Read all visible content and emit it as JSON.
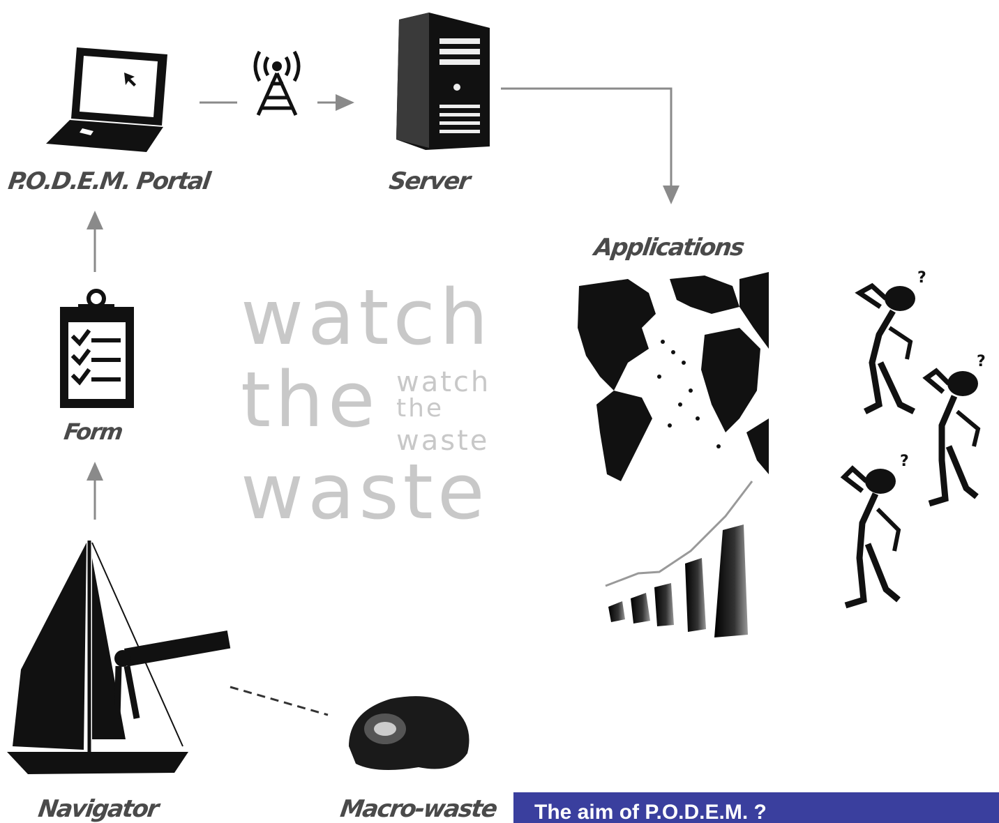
{
  "nodes": {
    "portal": {
      "label": "P.O.D.E.M. Portal",
      "icon": "laptop-icon"
    },
    "antenna": {
      "icon": "antenna-icon"
    },
    "server": {
      "label": "Server",
      "icon": "server-icon"
    },
    "form": {
      "label": "Form",
      "icon": "clipboard-icon"
    },
    "applications": {
      "label": "Applications",
      "icons": [
        "world-map-icon",
        "bar-chart-icon"
      ]
    },
    "users": {
      "icon": "thinking-people-icon"
    },
    "navigator": {
      "label": "Navigator",
      "icon": "sailboat-icon"
    },
    "macro_waste": {
      "label": "Macro-waste",
      "icon": "crushed-can-icon"
    }
  },
  "watermark": {
    "large": [
      "watch",
      "the",
      "waste"
    ],
    "small": [
      "watch",
      "the",
      "waste"
    ]
  },
  "banner": {
    "text": "The aim of P.O.D.E.M. ?"
  },
  "colors": {
    "arrow": "#8a8a8a",
    "icon": "#111111",
    "banner_bg": "#3a3f9e",
    "banner_text": "#ffffff",
    "watermark": "#c8c8c8"
  }
}
